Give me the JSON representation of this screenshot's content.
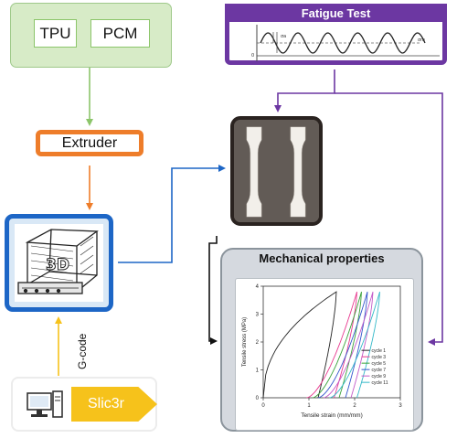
{
  "materials": {
    "items": [
      "TPU",
      "PCM"
    ]
  },
  "extruder": {
    "label": "Extruder"
  },
  "gcode": {
    "label": "G-code"
  },
  "slicer": {
    "label": "Slic3r"
  },
  "fatigue": {
    "title": "Fatigue Test"
  },
  "mechanical": {
    "title": "Mechanical properties"
  },
  "chart_data": {
    "type": "line",
    "xlabel": "Tensile strain (mm/mm)",
    "ylabel": "Tensile stress (MPa)",
    "xlim": [
      0,
      3
    ],
    "ylim": [
      0,
      4
    ],
    "xticks": [
      "0",
      "1",
      "2",
      "3"
    ],
    "yticks": [
      "0",
      "1",
      "2",
      "3",
      "4"
    ],
    "legend_position": "bottom-right",
    "series": [
      {
        "name": "cycle 1",
        "color": "#222222",
        "x_start": 0.0,
        "x_peak": 1.6,
        "x_end": 1.2,
        "y_peak": 3.8
      },
      {
        "name": "cycle 3",
        "color": "#e8398f",
        "x_start": 0.95,
        "x_peak": 2.05,
        "x_end": 1.55,
        "y_peak": 3.8
      },
      {
        "name": "cycle 5",
        "color": "#3aa13a",
        "x_start": 1.08,
        "x_peak": 2.15,
        "x_end": 1.66,
        "y_peak": 3.8
      },
      {
        "name": "cycle 7",
        "color": "#3355cc",
        "x_start": 1.2,
        "x_peak": 2.28,
        "x_end": 1.8,
        "y_peak": 3.8
      },
      {
        "name": "cycle 9",
        "color": "#c25ac8",
        "x_start": 1.32,
        "x_peak": 2.4,
        "x_end": 1.92,
        "y_peak": 3.8
      },
      {
        "name": "cycle 11",
        "color": "#33b8c8",
        "x_start": 1.45,
        "x_peak": 2.55,
        "x_end": 2.05,
        "y_peak": 3.8
      }
    ]
  }
}
